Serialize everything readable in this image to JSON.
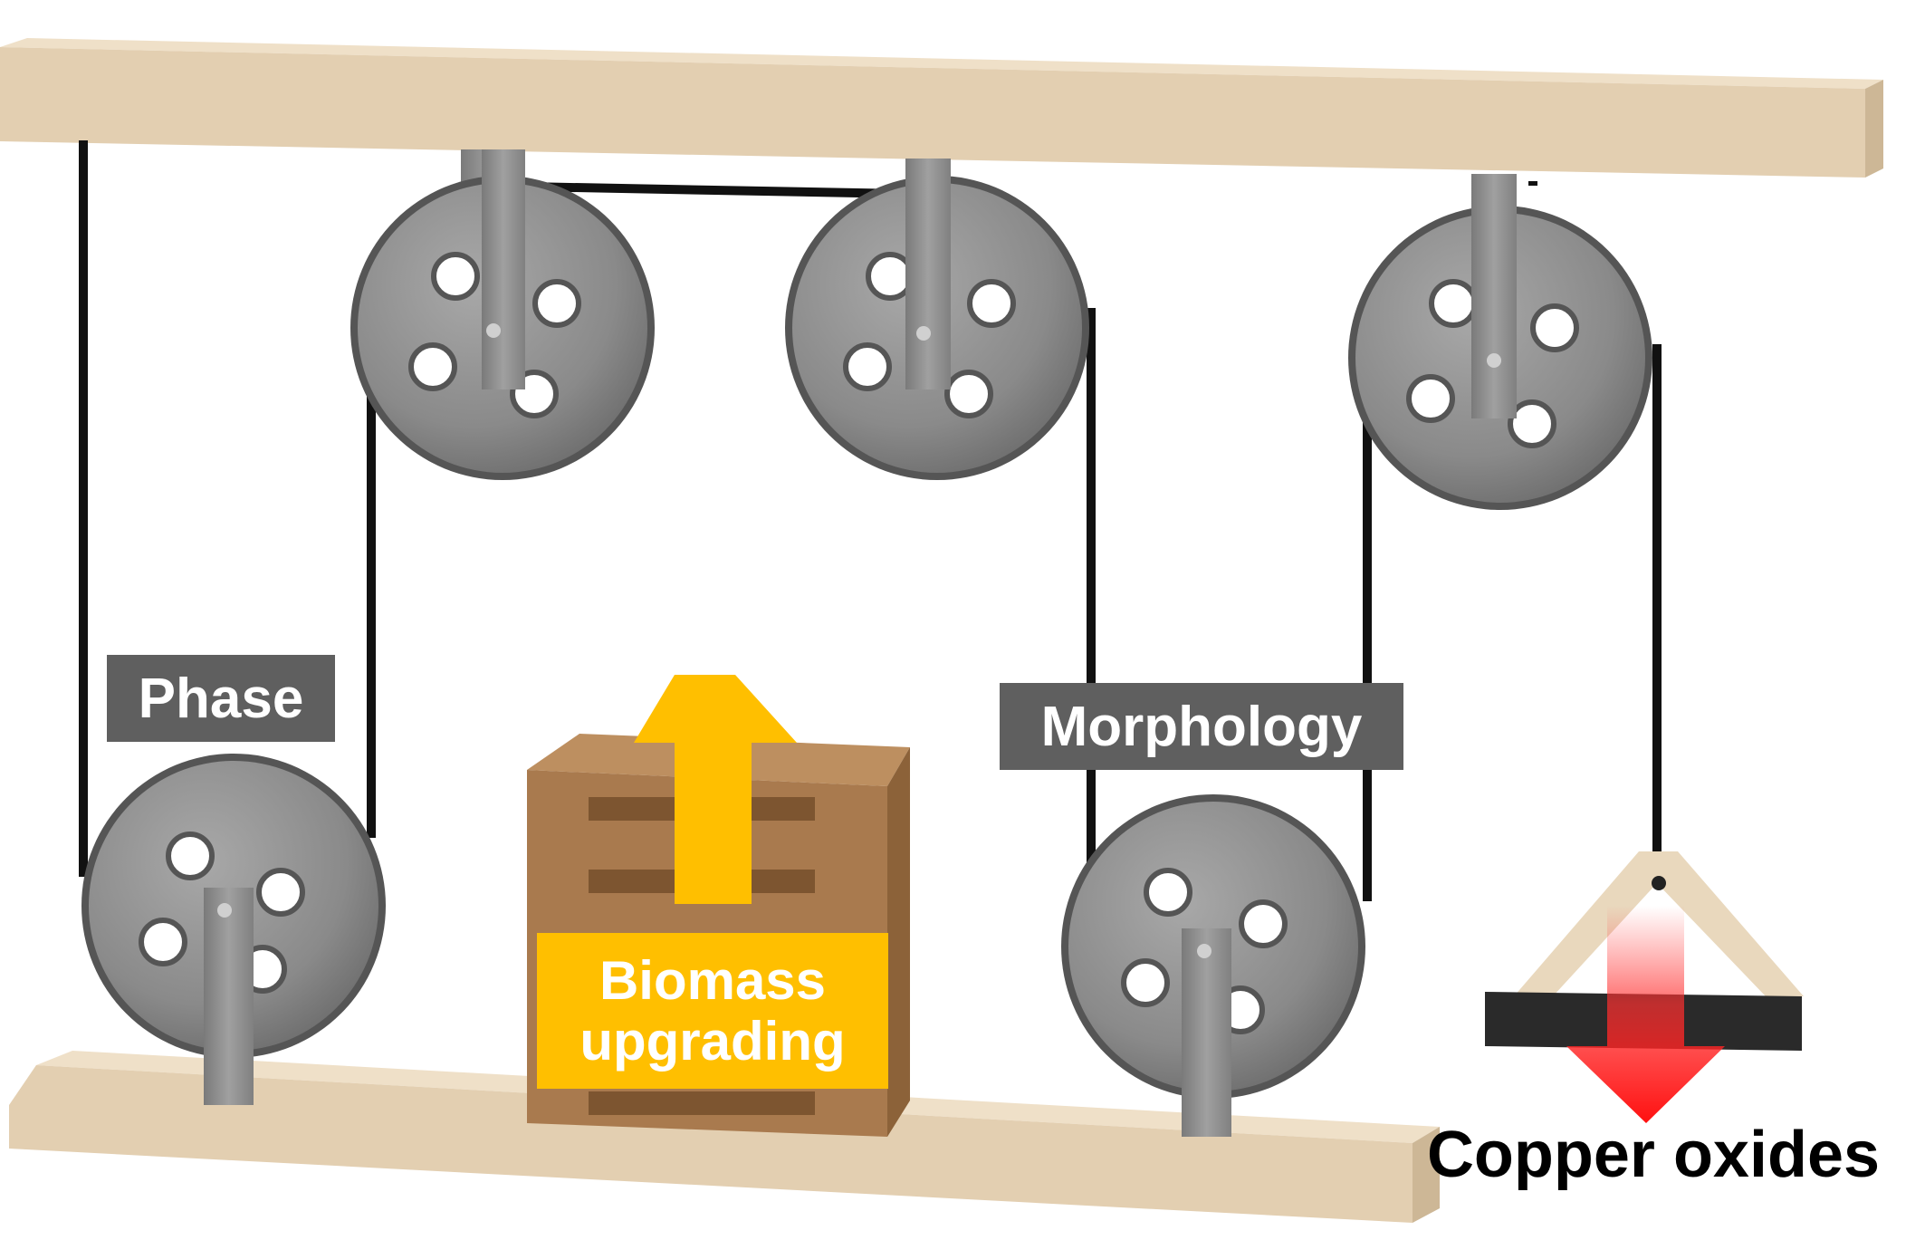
{
  "labels": {
    "phase": "Phase",
    "morphology": "Morphology",
    "biomass_line1": "Biomass",
    "biomass_line2": "upgrading",
    "copper": "Copper oxides"
  },
  "colors": {
    "beam": "#e6d3b8",
    "pulley": "#8c8c8c",
    "rope": "#111111",
    "crate": "#a97a4e",
    "up_arrow": "#ffbf00",
    "down_arrow": "#ff2020",
    "label_box": "#5f5f5f",
    "biomass_box": "#ffbf00"
  },
  "icons": [
    "pulley-icon",
    "crate-icon",
    "weight-hanger-icon",
    "up-arrow-icon",
    "down-arrow-icon"
  ]
}
